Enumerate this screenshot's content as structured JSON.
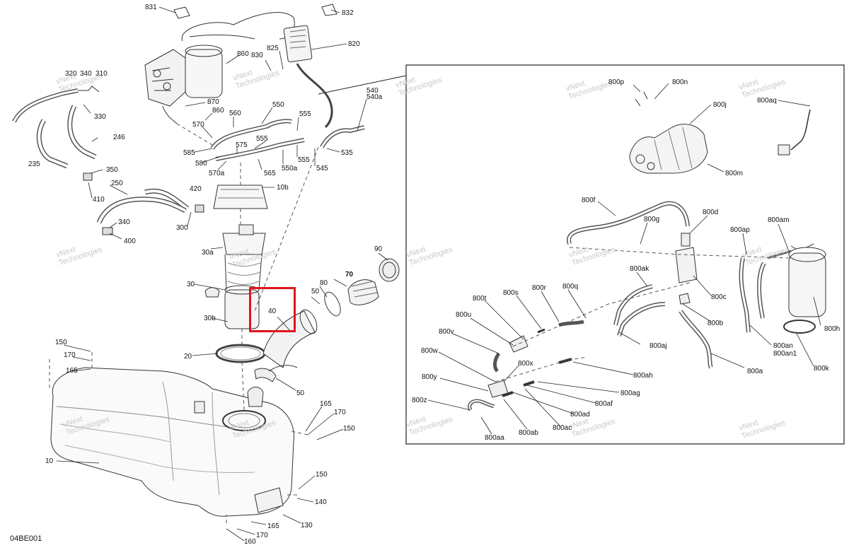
{
  "diagram_code": "04BE001",
  "highlight_color": "#e0141e",
  "watermark": {
    "line1": "vNext",
    "line2": "Technologies"
  },
  "callouts": [
    {
      "id": "c831",
      "text": "831"
    },
    {
      "id": "c832",
      "text": "832"
    },
    {
      "id": "c820",
      "text": "820"
    },
    {
      "id": "c860a",
      "text": "860"
    },
    {
      "id": "c830",
      "text": "830"
    },
    {
      "id": "c825",
      "text": "825"
    },
    {
      "id": "c320",
      "text": "320"
    },
    {
      "id": "c340top",
      "text": "340"
    },
    {
      "id": "c310",
      "text": "310"
    },
    {
      "id": "c330",
      "text": "330"
    },
    {
      "id": "c246",
      "text": "246"
    },
    {
      "id": "c235",
      "text": "235"
    },
    {
      "id": "c350",
      "text": "350"
    },
    {
      "id": "c410",
      "text": "410"
    },
    {
      "id": "c250",
      "text": "250"
    },
    {
      "id": "c420",
      "text": "420"
    },
    {
      "id": "c300",
      "text": "300"
    },
    {
      "id": "c340",
      "text": "340"
    },
    {
      "id": "c400",
      "text": "400"
    },
    {
      "id": "c870",
      "text": "870"
    },
    {
      "id": "c860b",
      "text": "860"
    },
    {
      "id": "c560",
      "text": "560"
    },
    {
      "id": "c550",
      "text": "550"
    },
    {
      "id": "c555a",
      "text": "555"
    },
    {
      "id": "c540",
      "text": "540"
    },
    {
      "id": "c540a",
      "text": "540a"
    },
    {
      "id": "c570",
      "text": "570"
    },
    {
      "id": "c575",
      "text": "575"
    },
    {
      "id": "c555b",
      "text": "555"
    },
    {
      "id": "c585",
      "text": "585"
    },
    {
      "id": "c580",
      "text": "580"
    },
    {
      "id": "c565",
      "text": "565"
    },
    {
      "id": "c550a",
      "text": "550a"
    },
    {
      "id": "c555c",
      "text": "555"
    },
    {
      "id": "c545",
      "text": "545"
    },
    {
      "id": "c535",
      "text": "535"
    },
    {
      "id": "c570a",
      "text": "570a"
    },
    {
      "id": "c10b",
      "text": "10b"
    },
    {
      "id": "c30a",
      "text": "30a"
    },
    {
      "id": "c30",
      "text": "30"
    },
    {
      "id": "c30b",
      "text": "30b"
    },
    {
      "id": "c90",
      "text": "90"
    },
    {
      "id": "c80",
      "text": "80"
    },
    {
      "id": "c70",
      "text": "70"
    },
    {
      "id": "c50a",
      "text": "50"
    },
    {
      "id": "c40",
      "text": "40"
    },
    {
      "id": "c20",
      "text": "20"
    },
    {
      "id": "c50b",
      "text": "50"
    },
    {
      "id": "c150a",
      "text": "150"
    },
    {
      "id": "c170a",
      "text": "170"
    },
    {
      "id": "c165a",
      "text": "165"
    },
    {
      "id": "c10",
      "text": "10"
    },
    {
      "id": "c165b",
      "text": "165"
    },
    {
      "id": "c170b",
      "text": "170"
    },
    {
      "id": "c150b",
      "text": "150"
    },
    {
      "id": "c150c",
      "text": "150"
    },
    {
      "id": "c140",
      "text": "140"
    },
    {
      "id": "c130",
      "text": "130"
    },
    {
      "id": "c165c",
      "text": "165"
    },
    {
      "id": "c170c",
      "text": "170"
    },
    {
      "id": "c160",
      "text": "160"
    },
    {
      "id": "c800p",
      "text": "800p"
    },
    {
      "id": "c800n",
      "text": "800n"
    },
    {
      "id": "c800j",
      "text": "800j"
    },
    {
      "id": "c800m",
      "text": "800m"
    },
    {
      "id": "c800aq",
      "text": "800aq"
    },
    {
      "id": "c800f",
      "text": "800f"
    },
    {
      "id": "c800g",
      "text": "800g"
    },
    {
      "id": "c800d",
      "text": "800d"
    },
    {
      "id": "c800ap",
      "text": "800ap"
    },
    {
      "id": "c800am",
      "text": "800am"
    },
    {
      "id": "c800ak",
      "text": "800ak"
    },
    {
      "id": "c800c",
      "text": "800c"
    },
    {
      "id": "c800t",
      "text": "800t"
    },
    {
      "id": "c800s",
      "text": "800s"
    },
    {
      "id": "c800r",
      "text": "800r"
    },
    {
      "id": "c800q",
      "text": "800q"
    },
    {
      "id": "c800u",
      "text": "800u"
    },
    {
      "id": "c800b",
      "text": "800b"
    },
    {
      "id": "c800h",
      "text": "800h"
    },
    {
      "id": "c800v",
      "text": "800v"
    },
    {
      "id": "c800aj",
      "text": "800aj"
    },
    {
      "id": "c800an",
      "text": "800an"
    },
    {
      "id": "c800an1",
      "text": "800an1"
    },
    {
      "id": "c800w",
      "text": "800w"
    },
    {
      "id": "c800x",
      "text": "800x"
    },
    {
      "id": "c800k",
      "text": "800k"
    },
    {
      "id": "c800a",
      "text": "800a"
    },
    {
      "id": "c800ah",
      "text": "800ah"
    },
    {
      "id": "c800y",
      "text": "800y"
    },
    {
      "id": "c800ag",
      "text": "800ag"
    },
    {
      "id": "c800z",
      "text": "800z"
    },
    {
      "id": "c800af",
      "text": "800af"
    },
    {
      "id": "c800ad",
      "text": "800ad"
    },
    {
      "id": "c800aa",
      "text": "800aa"
    },
    {
      "id": "c800ab",
      "text": "800ab"
    },
    {
      "id": "c800ac",
      "text": "800ac"
    }
  ]
}
